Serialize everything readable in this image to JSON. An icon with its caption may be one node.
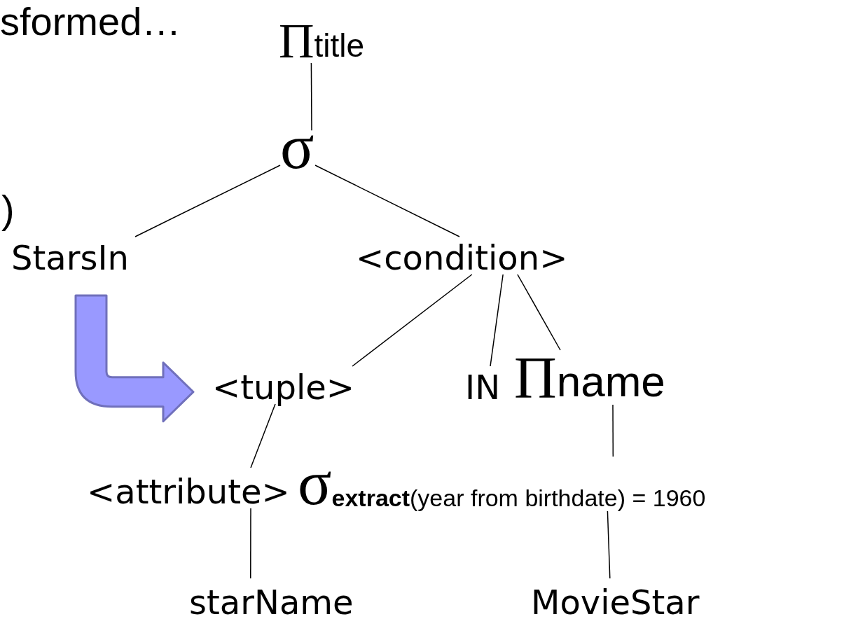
{
  "diagram": {
    "nodes": [
      {
        "text": [
          "Π",
          "title"
        ]
      },
      {
        "text": [
          "σ"
        ]
      },
      {
        "text": [
          "StarsIn"
        ]
      },
      {
        "text": [
          "<condition>"
        ]
      },
      {
        "text": [
          "<tuple>"
        ]
      },
      {
        "text": [
          "IN"
        ]
      },
      {
        "text": [
          "Π",
          "name"
        ]
      },
      {
        "text": [
          "<attribute>"
        ]
      },
      {
        "text": [
          "σ",
          "**extract**(year from birthdate) = 1960"
        ]
      },
      {
        "text": [
          "starName"
        ]
      },
      {
        "text": [
          "MovieStar"
        ]
      }
    ],
    "edges": [
      {
        "from": 0,
        "to": 1,
        "arrow": "none"
      },
      {
        "from": 1,
        "to": 2,
        "arrow": "none"
      },
      {
        "from": 1,
        "to": 3,
        "arrow": "none"
      },
      {
        "from": 3,
        "to": 4,
        "arrow": "none"
      },
      {
        "from": 3,
        "to": 5,
        "arrow": "none"
      },
      {
        "from": 3,
        "to": 6,
        "arrow": "none"
      },
      {
        "from": 4,
        "to": 7,
        "arrow": "none"
      },
      {
        "from": 6,
        "to": 8,
        "arrow": "none"
      },
      {
        "from": 7,
        "to": 9,
        "arrow": "none"
      },
      {
        "from": 8,
        "to": 10,
        "arrow": "none"
      },
      {
        "from": 2,
        "to": 4,
        "arrow": "to",
        "style": "thick",
        "color": "#9999ff"
      }
    ],
    "labels": [
      "sformed…",
      ")"
    ]
  }
}
